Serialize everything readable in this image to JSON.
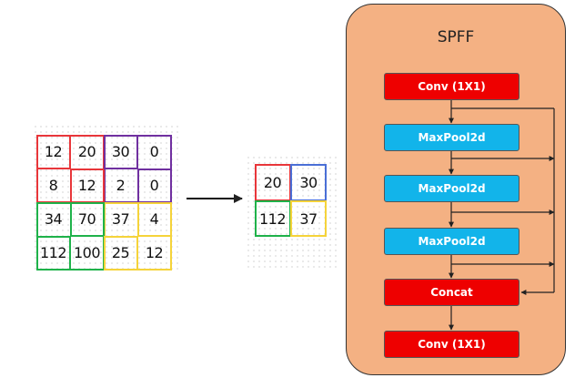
{
  "input_matrix": [
    [
      "12",
      "20",
      "30",
      "0"
    ],
    [
      "8",
      "12",
      "2",
      "0"
    ],
    [
      "34",
      "70",
      "37",
      "4"
    ],
    [
      "112",
      "100",
      "25",
      "12"
    ]
  ],
  "pooled_matrix": [
    [
      "20",
      "30"
    ],
    [
      "112",
      "37"
    ]
  ],
  "quadrant_colors": {
    "red": "#e8363a",
    "purple": "#7030a0",
    "green": "#1fb24a",
    "yellow": "#f5d33a",
    "blue": "#4a6fd6"
  },
  "spff": {
    "title": "SPFF",
    "panel_color": "#f4b183",
    "blocks": [
      {
        "label": "Conv (1X1)",
        "color": "#ee0000"
      },
      {
        "label": "MaxPool2d",
        "color": "#12b4ea"
      },
      {
        "label": "MaxPool2d",
        "color": "#12b4ea"
      },
      {
        "label": "MaxPool2d",
        "color": "#12b4ea"
      },
      {
        "label": "Concat",
        "color": "#ee0000"
      },
      {
        "label": "Conv (1X1)",
        "color": "#ee0000"
      }
    ]
  }
}
